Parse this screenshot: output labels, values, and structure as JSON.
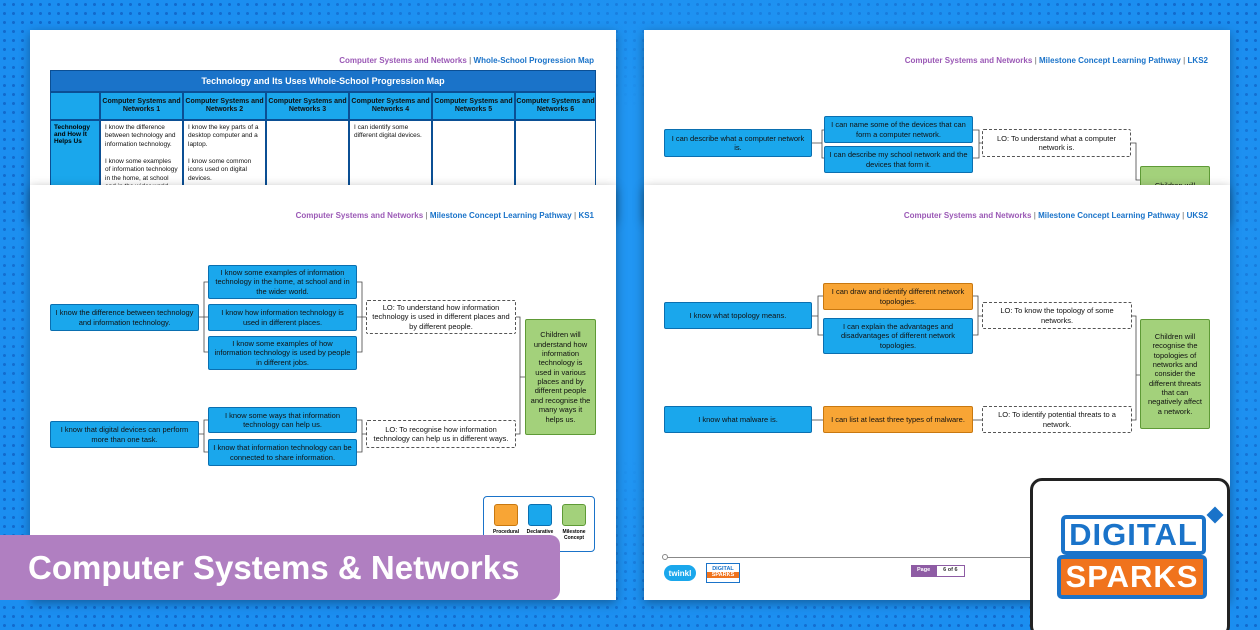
{
  "banner_title": "Computer Systems & Networks",
  "logo": {
    "top": "DIGITAL",
    "bottom": "SPARKS"
  },
  "sheet_progression": {
    "header_purple": "Computer Systems and Networks",
    "header_sep": "|",
    "header_blue": "Whole-School Progression Map",
    "table_title": "Technology and Its Uses Whole-School Progression Map",
    "columns": [
      "Computer Systems and Networks 1",
      "Computer Systems and Networks 2",
      "Computer Systems and Networks 3",
      "Computer Systems and Networks 4",
      "Computer Systems and Networks 5",
      "Computer Systems and Networks 6"
    ],
    "row_label": "Technology and How It Helps Us",
    "cells": [
      "I know the difference between technology and information technology.\n\nI know some examples of information technology in the home, at school and in the wider world.",
      "I know the key parts of a desktop computer and a laptop.\n\nI know some common icons used on digital devices.",
      "",
      "I can identify some different digital devices.",
      "",
      ""
    ]
  },
  "sheet_lks2": {
    "header_purple": "Computer Systems and Networks",
    "header_sep": "|",
    "header_blue": "Milestone Concept Learning Pathway",
    "header_key": "LKS2",
    "left_box": "I can describe what a computer network is.",
    "mid_top": "I can name some of the devices that can form a computer network.",
    "mid_bottom": "I can describe my school network and the devices that form it.",
    "lo": "LO: To understand what a computer network is.",
    "milestone_peek": "Children will"
  },
  "sheet_ks1": {
    "header_purple": "Computer Systems and Networks",
    "header_sep": "|",
    "header_blue": "Milestone Concept Learning Pathway",
    "header_key": "KS1",
    "g1_left": "I know the difference between technology and information technology.",
    "g1_mid": [
      "I know some examples of information technology in the home, at school and in the wider world.",
      "I know how information technology is used in different places.",
      "I know some examples of how information technology is used by people in different jobs."
    ],
    "g1_lo": "LO: To understand how information technology is used in different places and by different people.",
    "g2_left": "I know that digital devices can perform more than one task.",
    "g2_mid": [
      "I know some ways that information technology can help us.",
      "I know that information technology can be connected to share information."
    ],
    "g2_lo": "LO: To recognise how information technology can help us in different ways.",
    "milestone": "Children will understand how information technology is used in various places and by different people and recognise the many ways it helps us.",
    "legend": [
      "Procedural",
      "Declarative",
      "Milestone Concept"
    ]
  },
  "sheet_uks2": {
    "header_purple": "Computer Systems and Networks",
    "header_sep": "|",
    "header_blue": "Milestone Concept Learning Pathway",
    "header_key": "UKS2",
    "g1_left": "I know what topology means.",
    "g1_mid_orange": "I can draw and identify different network topologies.",
    "g1_mid_blue": "I can explain the advantages and disadvantages of different network topologies.",
    "g1_lo": "LO: To know the topology of some networks.",
    "g2_left": "I know what malware is.",
    "g2_mid_orange": "I can list at least three types of malware.",
    "g2_lo": "LO: To identify potential threats to a network.",
    "milestone": "Children will recognise the topologies of networks and consider the different threats that can negatively affect a network.",
    "footer_brand": "twinkl",
    "footer_ds_top": "DIGITAL",
    "footer_ds_bottom": "SPARKS",
    "page_label": "Page",
    "page_value": "6 of 6"
  },
  "colors": {
    "background": "#1b8ef0",
    "declarative": "#1aa7ec",
    "procedural": "#f8a535",
    "milestone": "#a3d17b",
    "banner": "#b07fc1",
    "logo_blue": "#1a73c9",
    "logo_orange": "#f0731d"
  }
}
